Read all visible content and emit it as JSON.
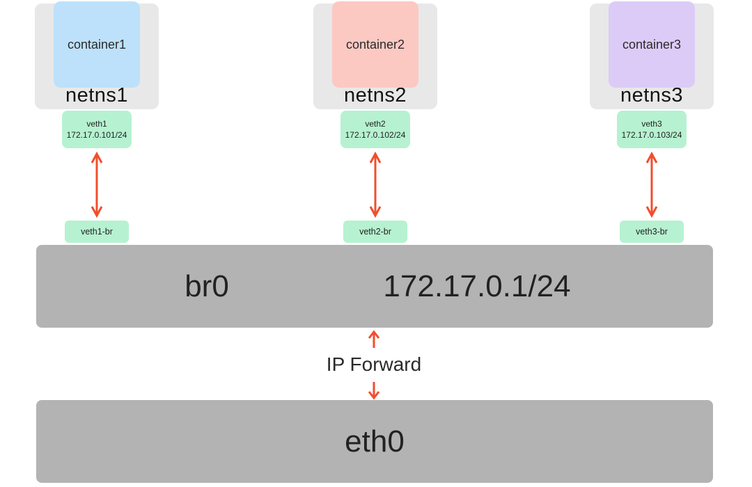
{
  "colors": {
    "netns_bg": "#e8e8e8",
    "veth_bg": "#b6f2d1",
    "bar_bg": "#b3b3b3",
    "arrow": "#f14e2c"
  },
  "groups": [
    {
      "container_label": "container1",
      "container_color": "#bde1fb",
      "netns_label": "netns1",
      "veth_label": "veth1",
      "veth_ip": "172.17.0.101/24",
      "veth_br_label": "veth1-br"
    },
    {
      "container_label": "container2",
      "container_color": "#fcc8c2",
      "netns_label": "netns2",
      "veth_label": "veth2",
      "veth_ip": "172.17.0.102/24",
      "veth_br_label": "veth2-br"
    },
    {
      "container_label": "container3",
      "container_color": "#ddcbf7",
      "netns_label": "netns3",
      "veth_label": "veth3",
      "veth_ip": "172.17.0.103/24",
      "veth_br_label": "veth3-br"
    }
  ],
  "bridge": {
    "name": "br0",
    "ip": "172.17.0.1/24"
  },
  "forward": {
    "label": "IP Forward"
  },
  "ethernet": {
    "name": "eth0"
  }
}
